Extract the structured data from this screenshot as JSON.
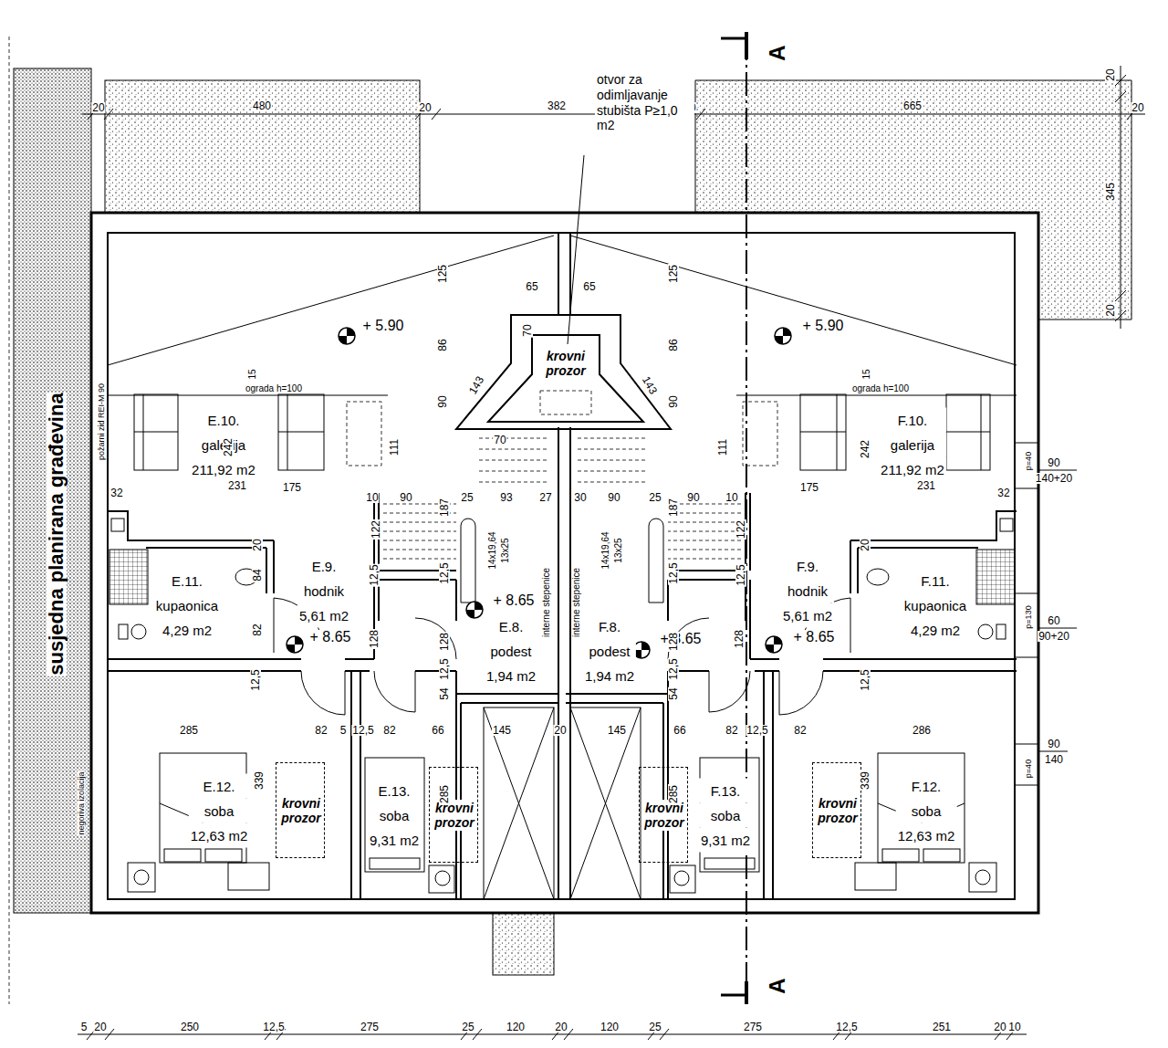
{
  "diagram": {
    "nodes": [
      {
        "text": [
          "E.10.",
          "galerija",
          "211,92 m2"
        ]
      },
      {
        "text": [
          "krovni prozor"
        ]
      },
      {
        "text": [
          "F.10.",
          "galerija",
          "211,92 m2"
        ]
      },
      {
        "text": [
          "E.11.",
          "kupaonica",
          "4,29 m2"
        ]
      },
      {
        "text": [
          "E.9.",
          "hodnik",
          "5,61 m2"
        ]
      },
      {
        "text": [
          "E.8.",
          "podest",
          "1,94 m2"
        ]
      },
      {
        "text": [
          "F.8.",
          "podest",
          "1,94 m2"
        ]
      },
      {
        "text": [
          "F.9.",
          "hodnik",
          "5,61 m2"
        ]
      },
      {
        "text": [
          "F.11.",
          "kupaonica",
          "4,29 m2"
        ]
      },
      {
        "text": [
          "E.12.",
          "soba",
          "12,63 m2"
        ]
      },
      {
        "text": [
          "krovni prozor"
        ],
        "in": 9
      },
      {
        "text": [
          "E.13.",
          "soba",
          "9,31 m2"
        ]
      },
      {
        "text": [
          "krovni prozor"
        ],
        "in": 11
      },
      {
        "text": [
          "F.13.",
          "soba",
          "9,31 m2"
        ]
      },
      {
        "text": [
          "krovni prozor"
        ],
        "in": 13
      },
      {
        "text": [
          "F.12.",
          "soba",
          "12,63 m2"
        ]
      },
      {
        "text": [
          "krovni prozor"
        ],
        "in": 15
      }
    ],
    "labels": [
      "20",
      "480",
      "20",
      "382",
      "20",
      "665",
      "20",
      "20",
      "345",
      "20",
      "otvor za odimljavanje stubišta P≥1,0 m2",
      "A",
      "susjedna planirana građevina",
      "požarni zid REI-M 90",
      "negoriva izolacija",
      "+ 5.90",
      "65",
      "65",
      "125",
      "125",
      "+ 5.90",
      "15",
      "ograda h=100",
      "86",
      "86",
      "15",
      "ograda h=100",
      "70",
      "143",
      "143",
      "90",
      "90",
      "70",
      "242",
      "111",
      "111",
      "242",
      "p=40",
      "90",
      "140+20",
      "32",
      "231",
      "175",
      "10",
      "90",
      "25",
      "93",
      "27",
      "30",
      "90",
      "25",
      "90",
      "10",
      "175",
      "231",
      "32",
      "187",
      "187",
      "122",
      "122",
      "20",
      "20",
      "14x19,64",
      "13x25",
      "14x19,64",
      "13x25",
      "84",
      "12,5",
      "12,5",
      "12,5",
      "12,5",
      "interne stepenice",
      "interne stepenice",
      "+ 8.65",
      "p=130",
      "60",
      "90+20",
      "82",
      "+ 8.65",
      "+ 8.65",
      "+ 8.65",
      "128",
      "128",
      "128",
      "128",
      "12,5",
      "12,5",
      "12,5",
      "12,5",
      "54",
      "54",
      "285",
      "82",
      "5",
      "12,5",
      "82",
      "66",
      "145",
      "20",
      "145",
      "66",
      "82",
      "12,5",
      "82",
      "286",
      "90",
      "140",
      "p=40",
      "339",
      "285",
      "285",
      "339",
      "A",
      "5",
      "20",
      "250",
      "12,5",
      "275",
      "25",
      "120",
      "20",
      "120",
      "25",
      "275",
      "12,5",
      "251",
      "20",
      "10"
    ]
  }
}
